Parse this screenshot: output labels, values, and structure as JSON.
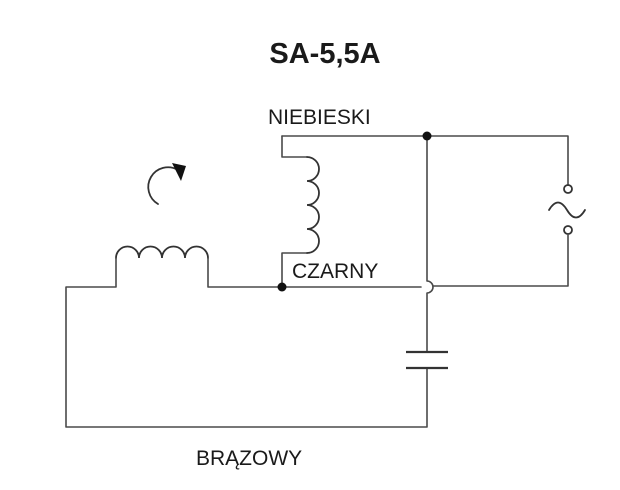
{
  "title": "SA-5,5A",
  "labels": {
    "blue": "NIEBIESKI",
    "black": "CZARNY",
    "brown": "BRĄZOWY"
  },
  "colors": {
    "line": "#4a4a4a",
    "ink": "#111111",
    "background": "#ffffff"
  },
  "icons": {
    "rotation": "clockwise-rotation-arrow-icon",
    "ac_source": "ac-supply-sine-icon"
  }
}
